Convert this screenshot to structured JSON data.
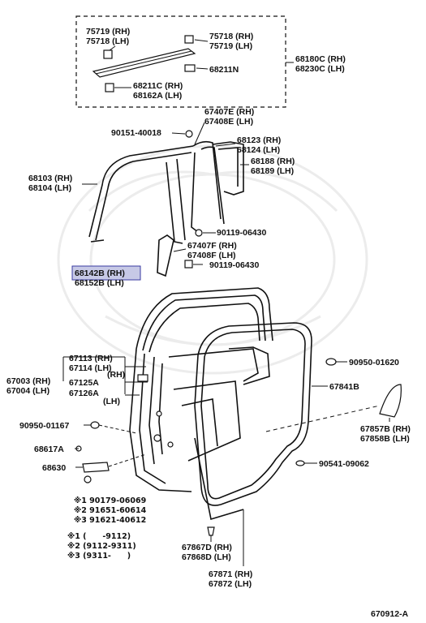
{
  "labels": {
    "l1": "75719 (RH)",
    "l2": "75718 (LH)",
    "l3": "75718 (RH)",
    "l4": "75719 (LH)",
    "l5": "68180C (RH)",
    "l6": "68230C (LH)",
    "l7": "68211N",
    "l8": "68211C (RH)",
    "l9": "68162A (LH)",
    "l10": "67407E (RH)",
    "l11": "67408E (LH)",
    "l12": "90151-40018",
    "l13": "68123 (RH)",
    "l14": "68124 (LH)",
    "l15": "68188 (RH)",
    "l16": "68189 (LH)",
    "l17": "68103 (RH)",
    "l18": "68104 (LH)",
    "l19": "90119-06430",
    "l20": "67407F (RH)",
    "l21": "67408F (LH)",
    "l22": "90119-06430",
    "l23": "68142B (RH)",
    "l24": "68152B (LH)",
    "l25": "67113 (RH)",
    "l26": "67114 (LH)",
    "l27": "67003 (RH)",
    "l28": "67004 (LH)",
    "l29": "67125A",
    "l30": "(RH)",
    "l31": "67126A",
    "l32": "(LH)",
    "l33": "90950-01620",
    "l34": "67841B",
    "l35": "90950-01167",
    "l36": "67857B (RH)",
    "l37": "67858B (LH)",
    "l38": "68617A",
    "l39": "68630",
    "l40": "90541-09062",
    "l41": "※1 90179-06069",
    "l42": "※2 91651-60614",
    "l43": "※3 91621-40612",
    "l44": "※1 (      -9112)",
    "l45": "※2 (9112-9311)",
    "l46": "※3 (9311-      )",
    "l47": "67867D (RH)",
    "l48": "67868D (LH)",
    "l49": "67871 (RH)",
    "l50": "67872 (LH)",
    "l51": "670912-A"
  },
  "highlight": "68142B (RH)",
  "colors": {
    "highlight_fill": "#c7c9e6",
    "highlight_border": "#3a3aa0",
    "ink": "#111111"
  }
}
